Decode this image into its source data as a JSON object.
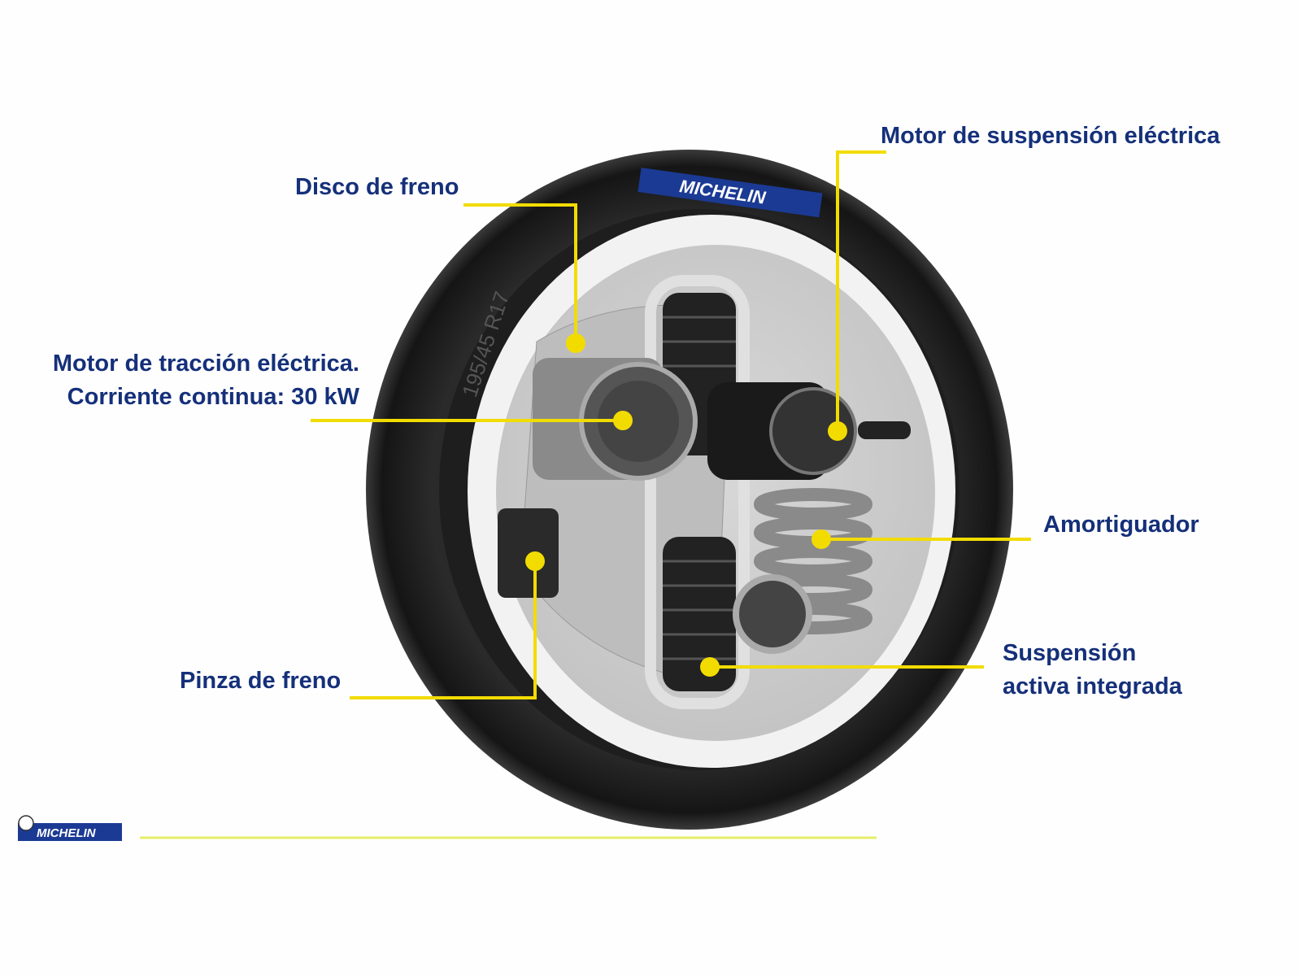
{
  "labels": {
    "brake_disc": "Disco de freno",
    "suspension_motor": "Motor de suspensión eléctrica",
    "traction_motor_line1": "Motor de tracción eléctrica.",
    "traction_motor_line2": "Corriente continua: 30 kW",
    "shock_absorber": "Amortiguador",
    "active_suspension_line1": "Suspensión",
    "active_suspension_line2": "activa integrada",
    "brake_caliper": "Pinza de freno"
  },
  "tire": {
    "brand": "MICHELIN",
    "size": "195/45 R17"
  },
  "footer": {
    "logo": "MICHELIN"
  },
  "colors": {
    "label": "#15307a",
    "callout": "#f2dc00",
    "brand_blue": "#1b3a94",
    "footer_line": "#e6ee6a"
  }
}
